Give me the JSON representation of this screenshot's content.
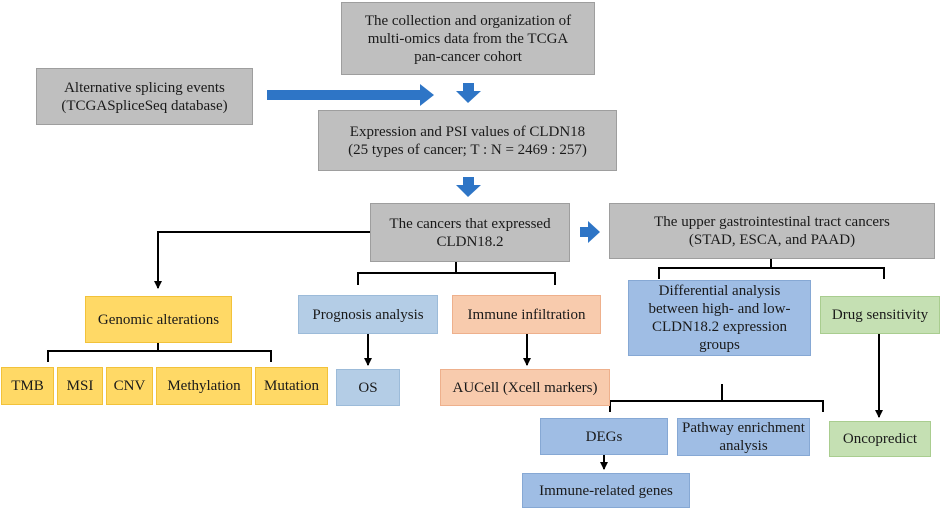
{
  "diagram": {
    "nodes": {
      "tcga_collection": "The collection and organization of\nmulti-omics data from the TCGA\npan-cancer cohort",
      "alt_splicing": "Alternative splicing events\n(TCGASpliceSeq database)",
      "expression_psi": "Expression and PSI values of CLDN18\n(25 types of cancer; T : N = 2469 : 257)",
      "cancers_expressed": "The cancers that expressed\nCLDN18.2",
      "upper_gi": "The upper gastrointestinal tract cancers\n(STAD, ESCA, and PAAD)",
      "genomic_alterations": "Genomic alterations",
      "prognosis": "Prognosis analysis",
      "immune_infiltration": "Immune infiltration",
      "differential_analysis": "Differential analysis\nbetween high- and low-\nCLDN18.2 expression\ngroups",
      "drug_sensitivity": "Drug sensitivity",
      "tmb": "TMB",
      "msi": "MSI",
      "cnv": "CNV",
      "methylation": "Methylation",
      "mutation": "Mutation",
      "os": "OS",
      "aucell": "AUCell (Xcell markers)",
      "degs": "DEGs",
      "pathway": "Pathway enrichment\nanalysis",
      "immune_genes": "Immune-related genes",
      "oncopredict": "Oncopredict"
    },
    "colors": {
      "gray": "#bfbfbf",
      "yellow": "#ffd966",
      "light_blue": "#b4cde6",
      "salmon": "#f8cbad",
      "green": "#c5e0b3",
      "steel_blue": "#9fbde4",
      "arrow_blue": "#2e75c6",
      "line": "#000000"
    }
  }
}
